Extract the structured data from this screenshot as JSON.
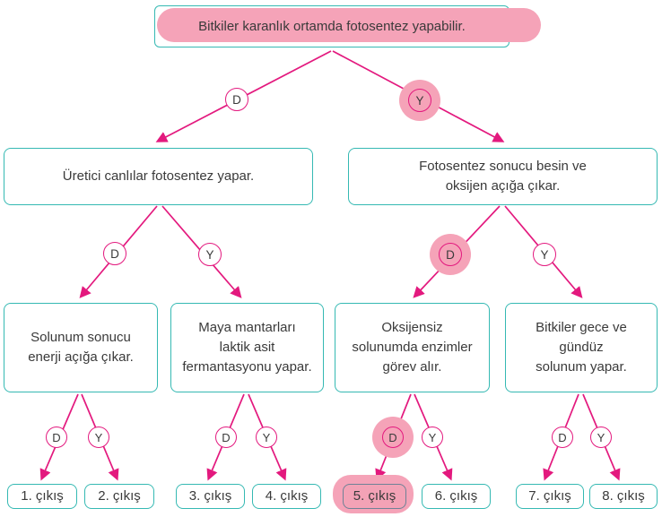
{
  "diagram": {
    "root": {
      "label": "Bitkiler karanlık ortamda fotosentez yapabilir.",
      "highlighted": true
    },
    "branches": [
      {
        "label": "Üretici canlılar fotosentez yapar."
      },
      {
        "label": "Fotosentez sonucu besin ve\noksijen açığa çıkar."
      }
    ],
    "statements": [
      {
        "label": "Solunum sonucu\nenerji açığa çıkar."
      },
      {
        "label": "Maya mantarları\nlaktik asit\nfermantasyonu yapar."
      },
      {
        "label": "Oksijensiz\nsolunumda enzimler\ngörev alır."
      },
      {
        "label": "Bitkiler gece ve\ngündüz\nsolunum yapar."
      }
    ],
    "exits": [
      {
        "label": "1. çıkış"
      },
      {
        "label": "2. çıkış"
      },
      {
        "label": "3. çıkış"
      },
      {
        "label": "4. çıkış"
      },
      {
        "label": "5. çıkış",
        "highlighted": true
      },
      {
        "label": "6. çıkış"
      },
      {
        "label": "7. çıkış"
      },
      {
        "label": "8. çıkış"
      }
    ],
    "decisions": [
      {
        "label": "D"
      },
      {
        "label": "Y",
        "highlighted": true
      },
      {
        "label": "D"
      },
      {
        "label": "Y"
      },
      {
        "label": "D",
        "highlighted": true
      },
      {
        "label": "Y"
      },
      {
        "label": "D"
      },
      {
        "label": "Y"
      },
      {
        "label": "D"
      },
      {
        "label": "Y"
      },
      {
        "label": "D",
        "highlighted": true
      },
      {
        "label": "Y"
      },
      {
        "label": "D"
      },
      {
        "label": "Y"
      }
    ],
    "colors": {
      "box_border": "#35b9b3",
      "arrow": "#e3197e",
      "highlight": "#f5a3b8",
      "text": "#3a3a3a"
    }
  }
}
